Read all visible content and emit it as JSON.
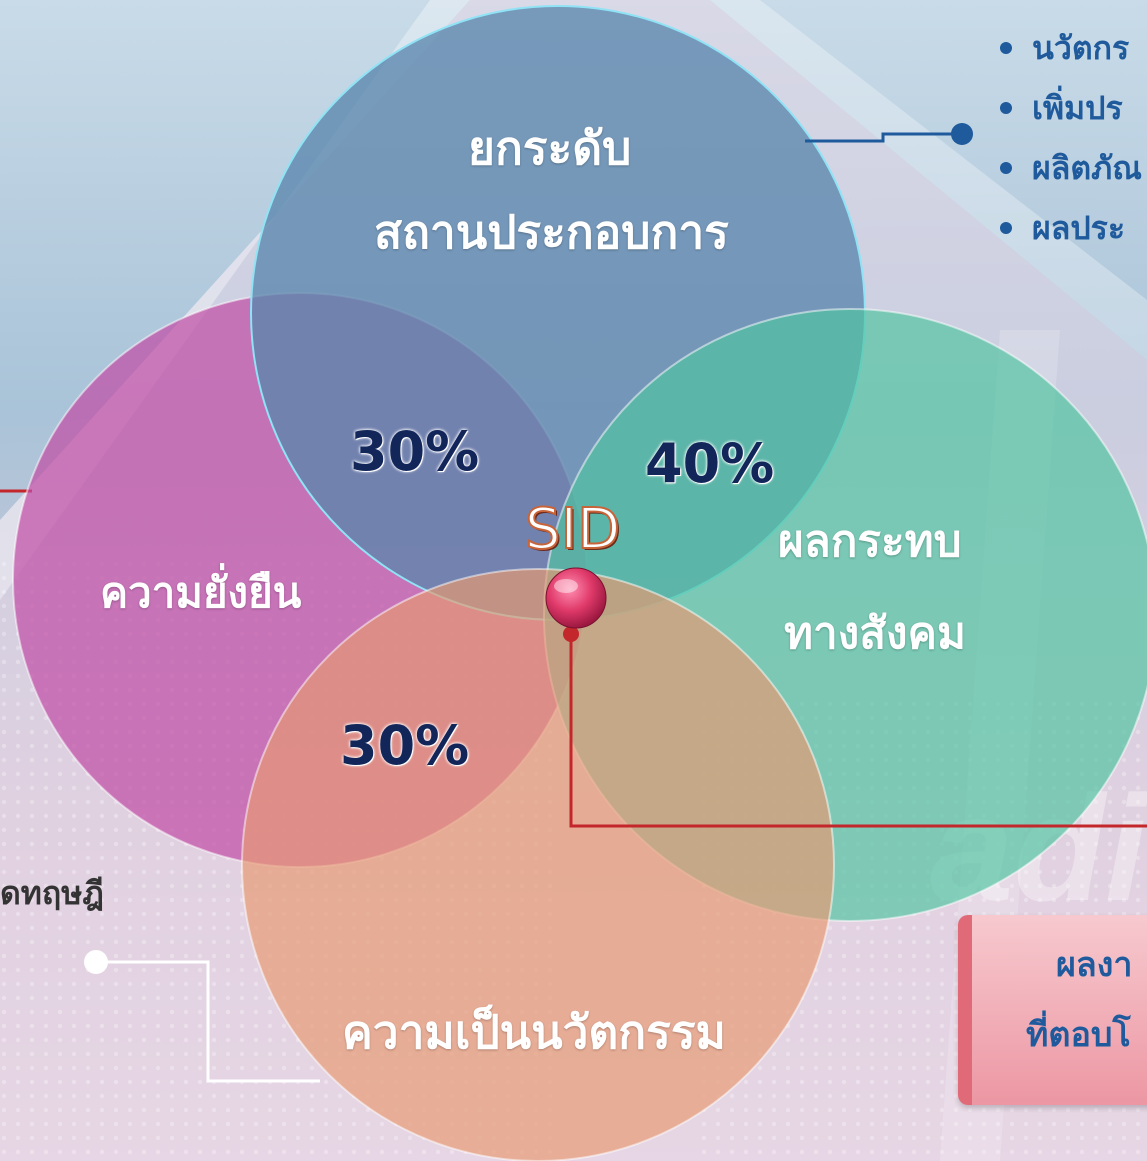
{
  "center_label": "SID",
  "circles": {
    "top": {
      "line1": "ยกระดับ",
      "line2": "สถานประกอบการ",
      "color": "#5b87ad"
    },
    "left": {
      "label": "ความยั่งยืน",
      "color": "#c04fa6"
    },
    "right": {
      "line1": "ผลกระทบ",
      "line2": "ทางสังคม",
      "color": "#4fc4a0"
    },
    "bottom": {
      "label": "ความเป็นนวัตกรรม",
      "color": "#e79a72"
    }
  },
  "percentages": {
    "top_left": "30%",
    "top_right": "40%",
    "bottom_left": "30%"
  },
  "bullets": [
    "นวัตกร",
    "เพิ่มปร",
    "ผลิตภัณ",
    "ผลประ"
  ],
  "left_caption": "ดทฤษฎี",
  "result_box": {
    "line1": "ผลงา",
    "line2": "ที่ตอบโ"
  },
  "colors": {
    "accent_blue": "#1e5a9c",
    "dark_navy": "#12265a",
    "red_line": "#c3262b"
  }
}
